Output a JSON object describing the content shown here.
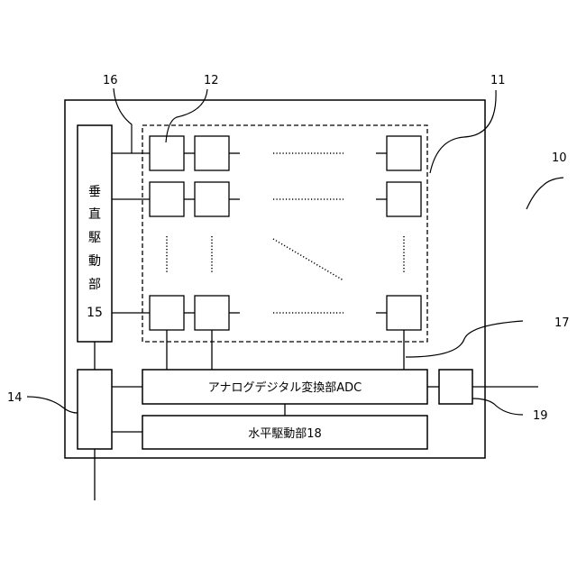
{
  "labels": {
    "ref_10": "10",
    "ref_11": "11",
    "ref_12": "12",
    "ref_14": "14",
    "ref_16": "16",
    "ref_17": "17",
    "ref_19": "19"
  },
  "vertical_drive": {
    "chars": [
      "垂",
      "直",
      "駆",
      "動",
      "部"
    ],
    "ref": "15"
  },
  "adc": {
    "label": "アナログデジタル変換部ADC"
  },
  "horizontal_drive": {
    "label": "水平駆動部18"
  },
  "colors": {
    "stroke": "#000000",
    "background": "#ffffff"
  }
}
